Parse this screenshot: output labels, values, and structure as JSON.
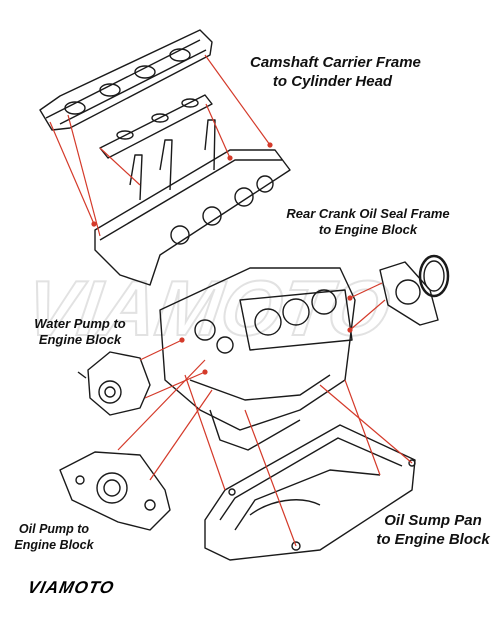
{
  "labels": {
    "camshaft": [
      "Camshaft Carrier Frame",
      "to Cylinder Head"
    ],
    "rear_crank": [
      "Rear Crank Oil Seal Frame",
      "to Engine Block"
    ],
    "water_pump": [
      "Water Pump to",
      "Engine Block"
    ],
    "oil_pump": [
      "Oil Pump to",
      "Engine Block"
    ],
    "sump": [
      "Oil Sump Pan",
      "to Engine Block"
    ]
  },
  "logo": "VIAMOTO",
  "watermark": "VIAMOTO",
  "colors": {
    "leader_line": "#d43a2a",
    "line_art": "#1a1a1a",
    "background": "#ffffff",
    "watermark": "#e6e6e6"
  }
}
